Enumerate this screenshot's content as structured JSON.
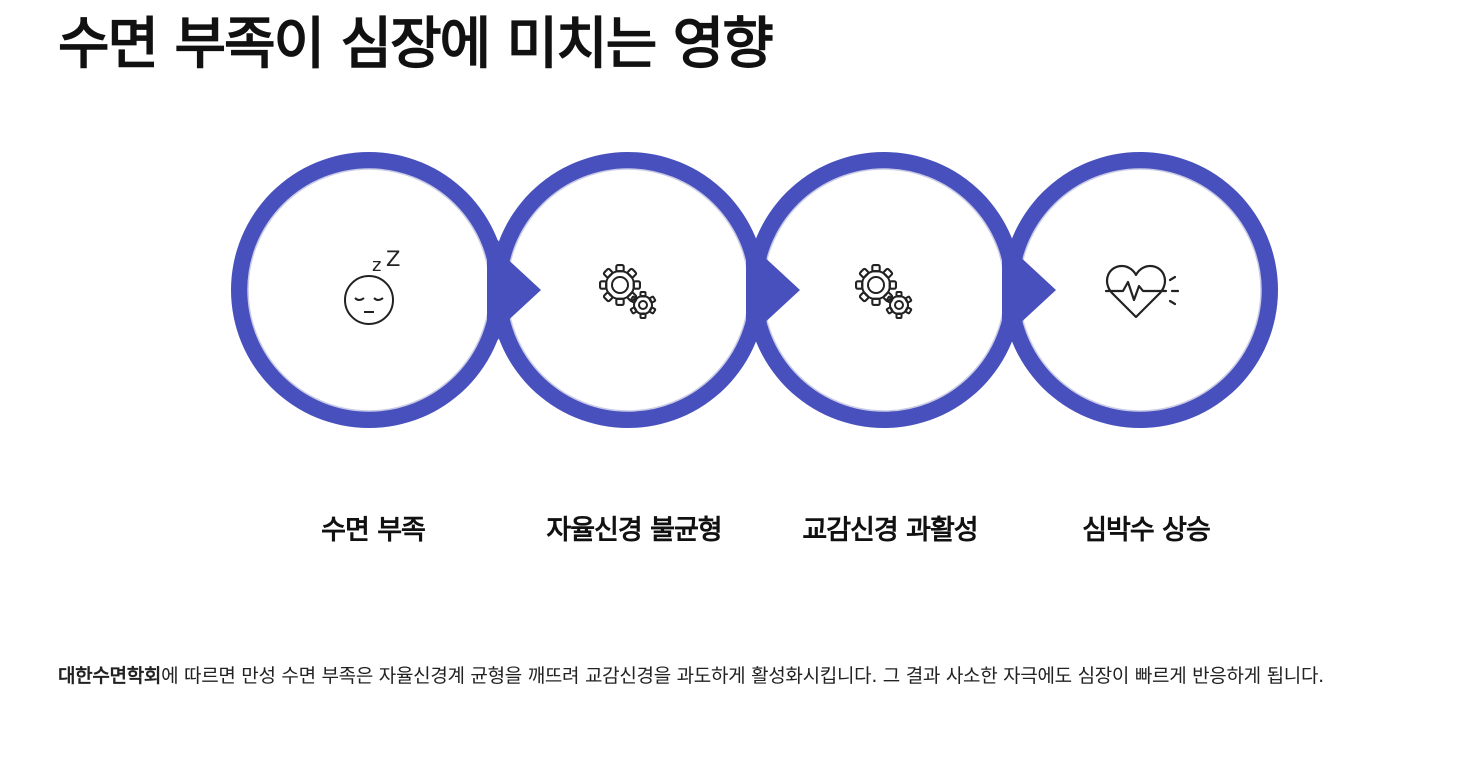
{
  "title": "수면 부족이 심장에 미치는 영향",
  "diagram": {
    "accent_color": "#4750bd",
    "steps": [
      {
        "label": "수면 부족",
        "icon": "sleeping-face-icon"
      },
      {
        "label": "자율신경 불균형",
        "icon": "gears-icon"
      },
      {
        "label": "교감신경 과활성",
        "icon": "gears-icon"
      },
      {
        "label": "심박수 상승",
        "icon": "heartbeat-icon"
      }
    ]
  },
  "description": {
    "org": "대한수면학회",
    "text": "에 따르면 만성 수면 부족은 자율신경계 균형을 깨뜨려 교감신경을 과도하게 활성화시킵니다. 그 결과 사소한 자극에도 심장이 빠르게 반응하게 됩니다."
  }
}
